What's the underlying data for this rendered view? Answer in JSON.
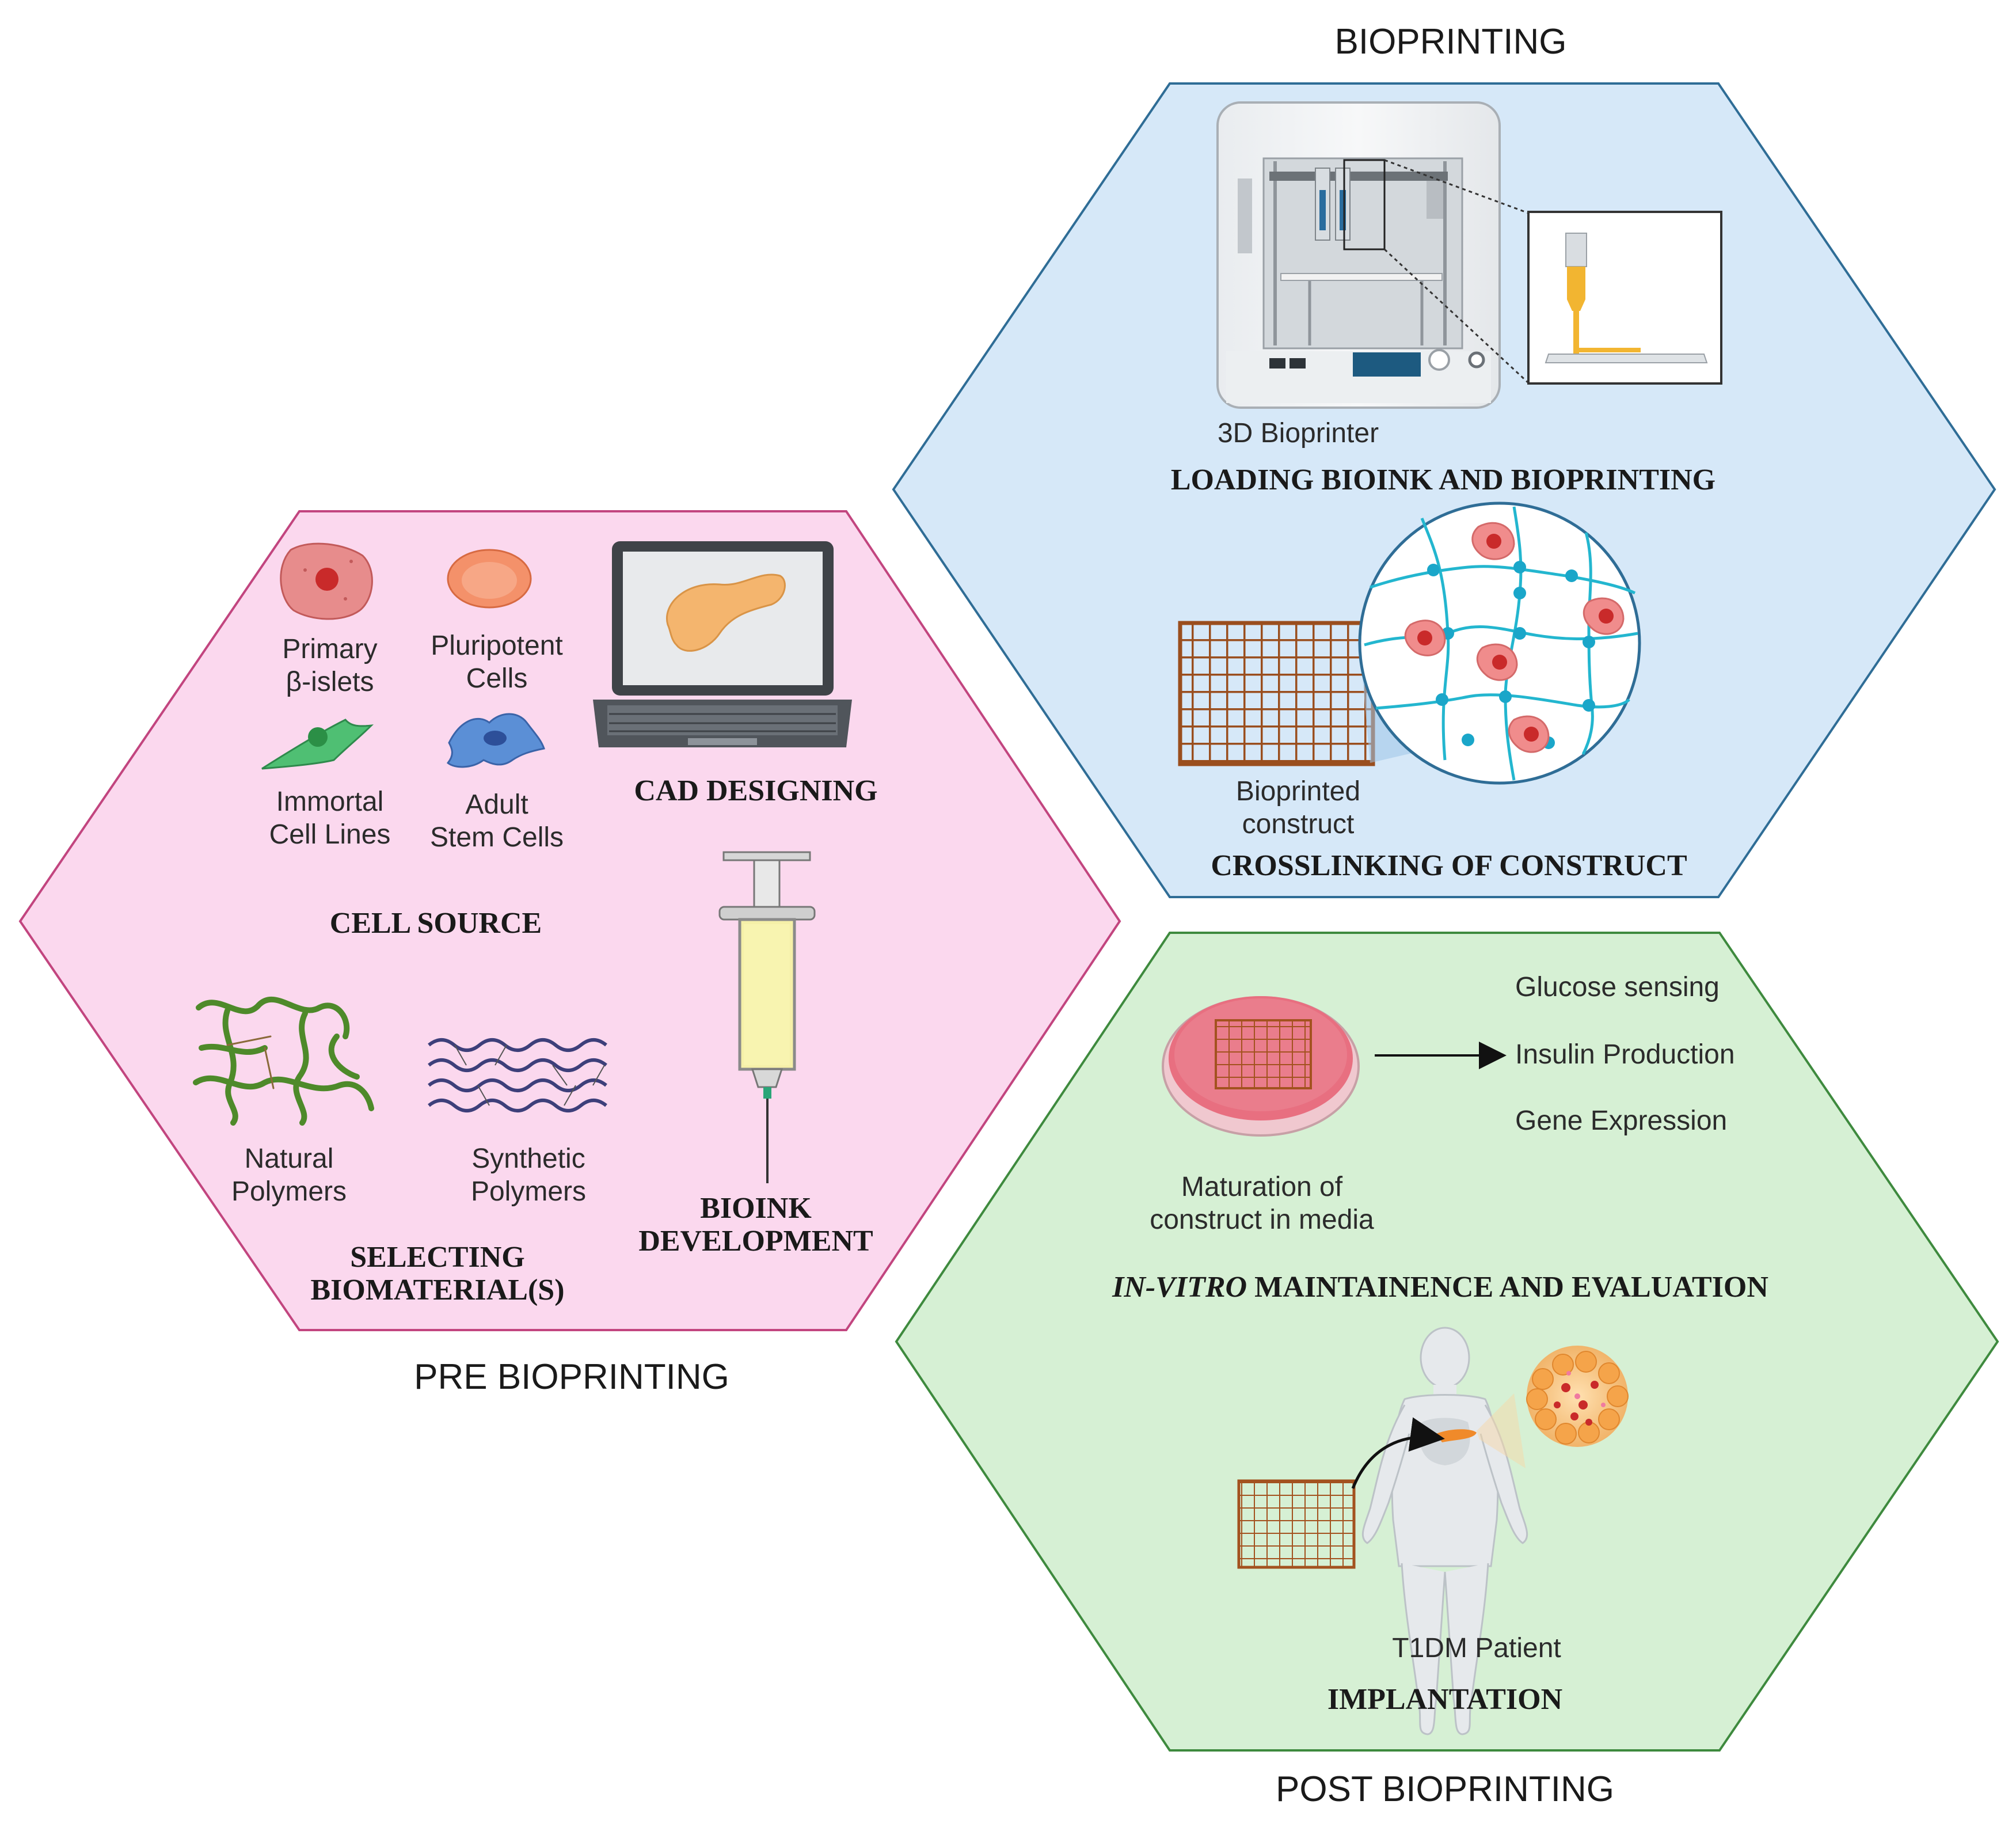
{
  "phases": {
    "pre": "PRE BIOPRINTING",
    "bio": "BIOPRINTING",
    "post": "POST BIOPRINTING"
  },
  "pre": {
    "cells": {
      "primary_line1": "Primary",
      "primary_line2": "β-islets",
      "pluripotent_line1": "Pluripotent",
      "pluripotent_line2": "Cells",
      "immortal_line1": "Immortal",
      "immortal_line2": "Cell Lines",
      "adult_line1": "Adult",
      "adult_line2": "Stem Cells"
    },
    "cell_source": "CELL SOURCE",
    "cad": "CAD DESIGNING",
    "natural_line1": "Natural",
    "natural_line2": "Polymers",
    "synthetic_line1": "Synthetic",
    "synthetic_line2": "Polymers",
    "selecting_line1": "SELECTING",
    "selecting_line2": "BIOMATERIAL(S)",
    "bioink_line1": "BIOINK",
    "bioink_line2": "DEVELOPMENT"
  },
  "bio": {
    "printer_label": "3D Bioprinter",
    "loading": "LOADING  BIOINK AND BIOPRINTING",
    "construct_line1": "Bioprinted",
    "construct_line2": "construct",
    "crosslinking": "CROSSLINKING OF CONSTRUCT"
  },
  "post": {
    "outcomes": [
      "Glucose sensing",
      "Insulin Production",
      "Gene Expression"
    ],
    "maturation_line1": "Maturation of",
    "maturation_line2": "construct in media",
    "invitro_italic": "IN-VITRO",
    "invitro_rest": " MAINTAINENCE AND EVALUATION",
    "patient": "T1DM Patient",
    "implantation": "IMPLANTATION"
  },
  "colors": {
    "pre_fill": "#fbd8ee",
    "pre_stroke": "#c2457f",
    "bio_fill": "#d6e8f8",
    "bio_stroke": "#2f6d96",
    "post_fill": "#d6f0d4",
    "post_stroke": "#3e8a3e",
    "scaffold": "#9a4e1e",
    "network": "#23b6cf"
  }
}
